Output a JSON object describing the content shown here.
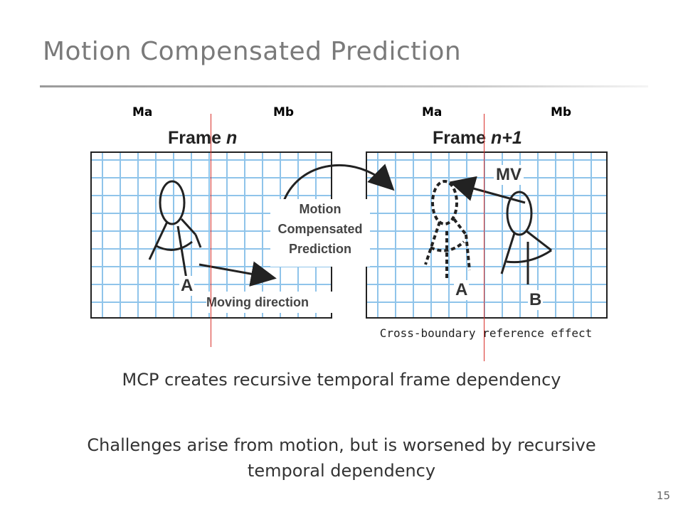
{
  "slide": {
    "title": "Motion Compensated Prediction",
    "page_number": "15"
  },
  "labels": {
    "region_a_1": "Ma",
    "region_b_1": "Mb",
    "region_a_2": "Ma",
    "region_b_2": "Mb"
  },
  "diagram": {
    "frame_n_prefix": "Frame ",
    "frame_n_var": "n",
    "frame_n1_prefix": "Frame ",
    "frame_n1_var": "n+1",
    "mcp_line1": "Motion",
    "mcp_line2": "Compensated",
    "mcp_line3": "Prediction",
    "moving_direction": "Moving direction",
    "object_a_label": "A",
    "object_a2_label": "A",
    "object_b_label": "B",
    "mv_label": "MV"
  },
  "annotation": {
    "text": "Cross-boundary reference effect"
  },
  "body": {
    "bullet_1": "MCP creates recursive temporal frame dependency",
    "bullet_2": "Challenges arise from motion, but is worsened by recursive temporal dependency"
  },
  "colors": {
    "grid": "#8fc4ea",
    "boundary_line": "#d9302a",
    "title_text": "#7a7a7a"
  }
}
